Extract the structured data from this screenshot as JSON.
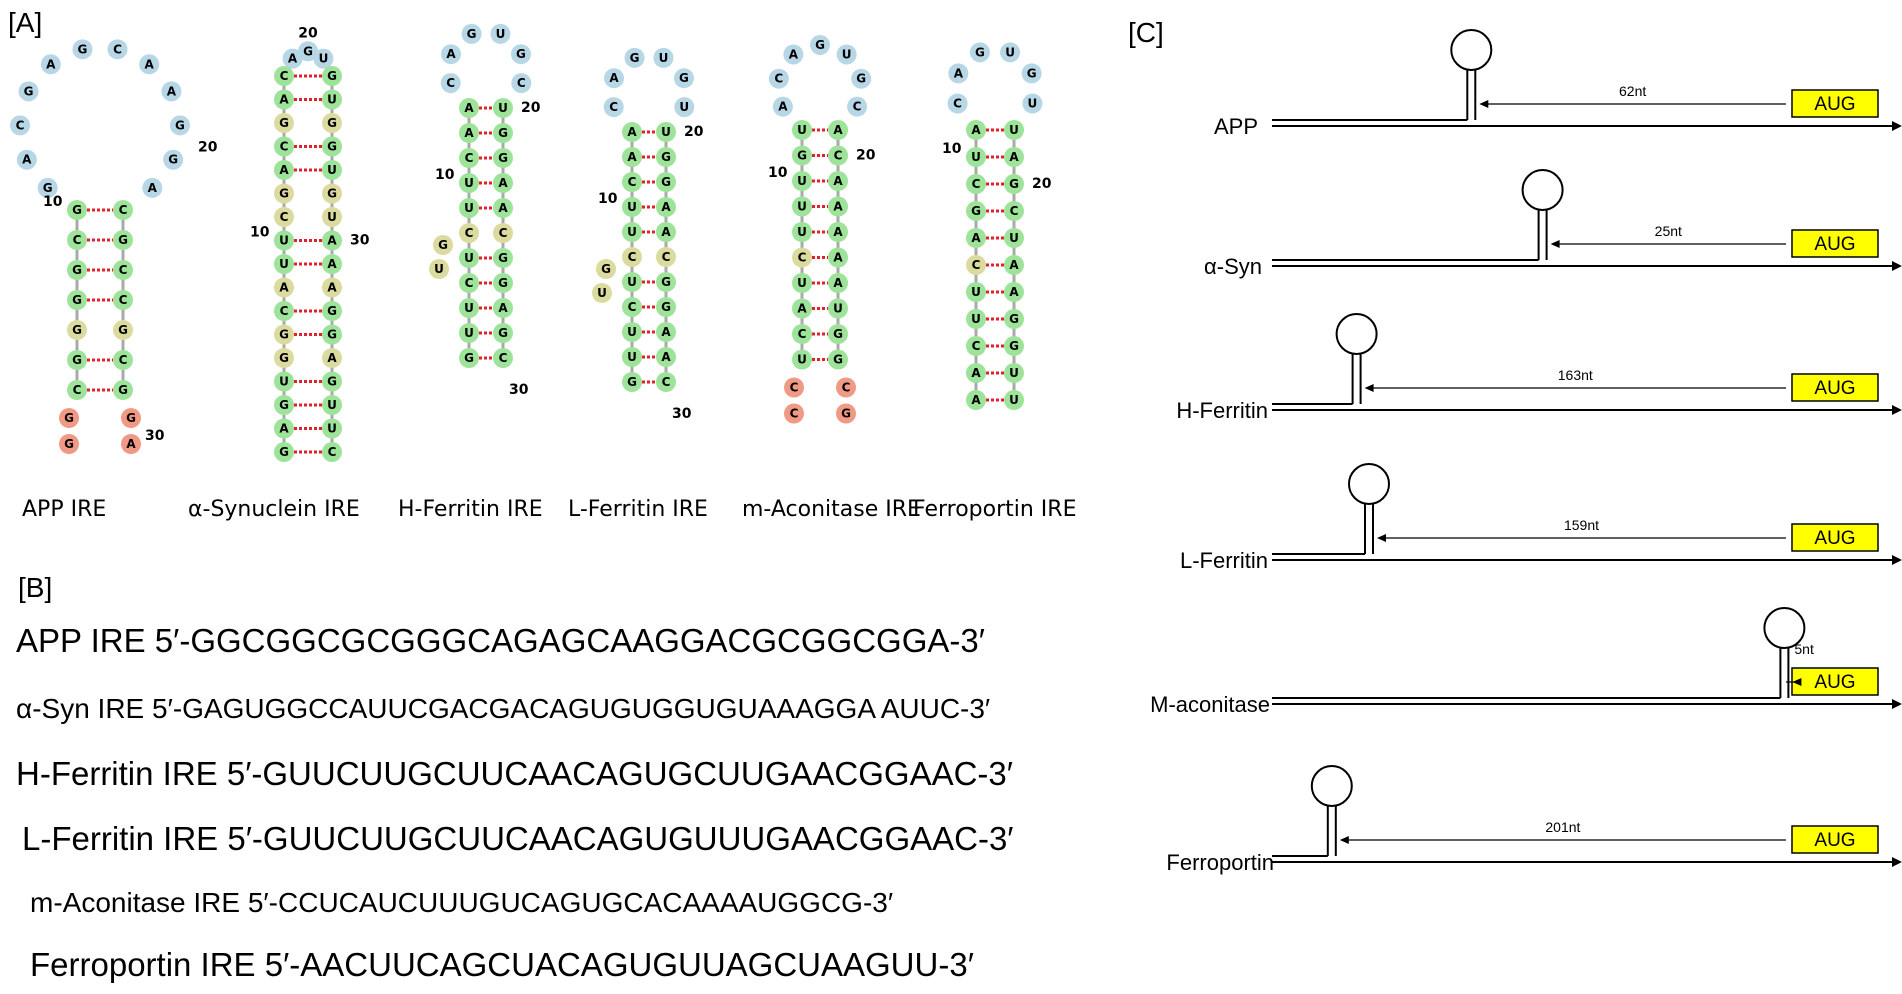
{
  "panels": {
    "a": "[A]",
    "b": "[B]",
    "c": "[C]"
  },
  "colors": {
    "loop": "#b7d7e6",
    "stem": "#9ee39a",
    "bulge": "#dcdb9f",
    "end": "#f09a85",
    "pair": "#e0202a",
    "aug": "#ffff00"
  },
  "structures": [
    {
      "caption": "APP IRE",
      "loop": [
        [
          "G",
          "loop"
        ],
        [
          "A",
          "loop"
        ],
        [
          "C",
          "loop"
        ],
        [
          "G",
          "loop"
        ],
        [
          "A",
          "loop"
        ],
        [
          "G",
          "loop"
        ],
        [
          "C",
          "loop"
        ],
        [
          "A",
          "loop"
        ],
        [
          "A",
          "loop"
        ],
        [
          "G",
          "loop"
        ],
        [
          "G",
          "loop"
        ],
        [
          "A",
          "loop"
        ]
      ],
      "pairs": [
        [
          [
            "G",
            "stem"
          ],
          [
            "C",
            "stem"
          ]
        ],
        [
          [
            "C",
            "stem"
          ],
          [
            "G",
            "stem"
          ]
        ],
        [
          [
            "G",
            "stem"
          ],
          [
            "C",
            "stem"
          ]
        ],
        [
          [
            "G",
            "stem"
          ],
          [
            "C",
            "stem"
          ]
        ],
        [
          [
            "G",
            "bulge"
          ],
          [
            "G",
            "bulge"
          ]
        ],
        [
          [
            "G",
            "stem"
          ],
          [
            "C",
            "stem"
          ]
        ],
        [
          [
            "C",
            "stem"
          ],
          [
            "G",
            "stem"
          ]
        ]
      ],
      "tail_left": [
        [
          "G",
          "end"
        ],
        [
          "G",
          "end"
        ]
      ],
      "tail_right": [
        [
          "G",
          "end"
        ],
        [
          "A",
          "end"
        ]
      ],
      "numbers": [
        [
          "10",
          "left",
          0
        ],
        [
          "20",
          "right-loop",
          8
        ],
        [
          "30",
          "tail-right",
          0
        ]
      ]
    },
    {
      "caption": "α-Synuclein IRE",
      "loop": [
        [
          "A",
          "loop"
        ],
        [
          "G",
          "loop"
        ],
        [
          "U",
          "loop"
        ]
      ],
      "loop_top": "20",
      "pairs": [
        [
          [
            "C",
            "stem"
          ],
          [
            "G",
            "stem"
          ]
        ],
        [
          [
            "A",
            "stem"
          ],
          [
            "U",
            "stem"
          ]
        ],
        [
          [
            "G",
            "bulge"
          ],
          [
            "G",
            "bulge"
          ]
        ],
        [
          [
            "C",
            "stem"
          ],
          [
            "G",
            "stem"
          ]
        ],
        [
          [
            "A",
            "stem"
          ],
          [
            "U",
            "stem"
          ]
        ],
        [
          [
            "G",
            "bulge"
          ],
          [
            "G",
            "bulge"
          ]
        ],
        [
          [
            "C",
            "bulge"
          ],
          [
            "U",
            "bulge"
          ]
        ],
        [
          [
            "U",
            "stem"
          ],
          [
            "A",
            "stem"
          ]
        ],
        [
          [
            "U",
            "stem"
          ],
          [
            "A",
            "stem"
          ]
        ],
        [
          [
            "A",
            "bulge"
          ],
          [
            "A",
            "bulge"
          ]
        ],
        [
          [
            "C",
            "stem"
          ],
          [
            "G",
            "stem"
          ]
        ],
        [
          [
            "G",
            "bulge"
          ],
          [
            "G",
            "stem"
          ]
        ],
        [
          [
            "G",
            "bulge"
          ],
          [
            "A",
            "bulge"
          ]
        ],
        [
          [
            "U",
            "stem"
          ],
          [
            "G",
            "stem"
          ]
        ],
        [
          [
            "G",
            "stem"
          ],
          [
            "U",
            "stem"
          ]
        ],
        [
          [
            "A",
            "stem"
          ],
          [
            "U",
            "stem"
          ]
        ],
        [
          [
            "G",
            "stem"
          ],
          [
            "C",
            "stem"
          ]
        ]
      ],
      "numbers": [
        [
          "10",
          "left",
          7
        ],
        [
          "30",
          "right",
          7
        ]
      ]
    },
    {
      "caption": "H-Ferritin IRE",
      "loop": [
        [
          "C",
          "loop"
        ],
        [
          "A",
          "loop"
        ],
        [
          "G",
          "loop"
        ],
        [
          "U",
          "loop"
        ],
        [
          "G",
          "loop"
        ],
        [
          "C",
          "loop"
        ]
      ],
      "pairs": [
        [
          [
            "A",
            "stem"
          ],
          [
            "U",
            "stem"
          ]
        ],
        [
          [
            "A",
            "stem"
          ],
          [
            "G",
            "stem"
          ]
        ],
        [
          [
            "C",
            "stem"
          ],
          [
            "G",
            "stem"
          ]
        ],
        [
          [
            "U",
            "stem"
          ],
          [
            "A",
            "stem"
          ]
        ],
        [
          [
            "U",
            "stem"
          ],
          [
            "A",
            "stem"
          ]
        ],
        [
          [
            "C",
            "bulge"
          ],
          [
            "C",
            "bulge"
          ]
        ],
        [
          [
            "U",
            "stem"
          ],
          [
            "G",
            "stem"
          ]
        ],
        [
          [
            "C",
            "stem"
          ],
          [
            "G",
            "stem"
          ]
        ],
        [
          [
            "U",
            "stem"
          ],
          [
            "A",
            "stem"
          ]
        ],
        [
          [
            "U",
            "stem"
          ],
          [
            "G",
            "stem"
          ]
        ],
        [
          [
            "G",
            "stem"
          ],
          [
            "C",
            "stem"
          ]
        ]
      ],
      "side": [
        [
          "G",
          "bulge"
        ],
        [
          "U",
          "bulge"
        ]
      ],
      "numbers": [
        [
          "10",
          "left",
          3
        ],
        [
          "20",
          "right",
          0
        ],
        [
          "30",
          "bottom-right",
          0
        ]
      ]
    },
    {
      "caption": "L-Ferritin IRE",
      "loop": [
        [
          "C",
          "loop"
        ],
        [
          "A",
          "loop"
        ],
        [
          "G",
          "loop"
        ],
        [
          "U",
          "loop"
        ],
        [
          "G",
          "loop"
        ],
        [
          "U",
          "loop"
        ]
      ],
      "pairs": [
        [
          [
            "A",
            "stem"
          ],
          [
            "U",
            "stem"
          ]
        ],
        [
          [
            "A",
            "stem"
          ],
          [
            "G",
            "stem"
          ]
        ],
        [
          [
            "C",
            "stem"
          ],
          [
            "G",
            "stem"
          ]
        ],
        [
          [
            "U",
            "stem"
          ],
          [
            "A",
            "stem"
          ]
        ],
        [
          [
            "U",
            "stem"
          ],
          [
            "A",
            "stem"
          ]
        ],
        [
          [
            "C",
            "bulge"
          ],
          [
            "C",
            "bulge"
          ]
        ],
        [
          [
            "U",
            "stem"
          ],
          [
            "G",
            "stem"
          ]
        ],
        [
          [
            "C",
            "stem"
          ],
          [
            "G",
            "stem"
          ]
        ],
        [
          [
            "U",
            "stem"
          ],
          [
            "A",
            "stem"
          ]
        ],
        [
          [
            "U",
            "stem"
          ],
          [
            "A",
            "stem"
          ]
        ],
        [
          [
            "G",
            "stem"
          ],
          [
            "C",
            "stem"
          ]
        ]
      ],
      "side": [
        [
          "G",
          "bulge"
        ],
        [
          "U",
          "bulge"
        ]
      ],
      "numbers": [
        [
          "10",
          "left",
          3
        ],
        [
          "20",
          "right",
          0
        ],
        [
          "30",
          "bottom-right",
          0
        ]
      ]
    },
    {
      "caption": "m-Aconitase IRE",
      "loop": [
        [
          "A",
          "loop"
        ],
        [
          "C",
          "loop"
        ],
        [
          "A",
          "loop"
        ],
        [
          "G",
          "loop"
        ],
        [
          "U",
          "loop"
        ],
        [
          "G",
          "loop"
        ],
        [
          "C",
          "loop"
        ]
      ],
      "pairs": [
        [
          [
            "U",
            "stem"
          ],
          [
            "A",
            "stem"
          ]
        ],
        [
          [
            "G",
            "stem"
          ],
          [
            "C",
            "stem"
          ]
        ],
        [
          [
            "U",
            "stem"
          ],
          [
            "A",
            "stem"
          ]
        ],
        [
          [
            "U",
            "stem"
          ],
          [
            "A",
            "stem"
          ]
        ],
        [
          [
            "U",
            "stem"
          ],
          [
            "A",
            "stem"
          ]
        ],
        [
          [
            "C",
            "bulge"
          ],
          [
            "A",
            "stem"
          ]
        ],
        [
          [
            "U",
            "stem"
          ],
          [
            "A",
            "stem"
          ]
        ],
        [
          [
            "A",
            "stem"
          ],
          [
            "U",
            "stem"
          ]
        ],
        [
          [
            "C",
            "stem"
          ],
          [
            "G",
            "stem"
          ]
        ],
        [
          [
            "U",
            "stem"
          ],
          [
            "G",
            "stem"
          ]
        ]
      ],
      "tail_left": [
        [
          "C",
          "end"
        ],
        [
          "C",
          "end"
        ]
      ],
      "tail_right": [
        [
          "C",
          "end"
        ],
        [
          "G",
          "end"
        ]
      ],
      "numbers": [
        [
          "10",
          "left",
          2
        ],
        [
          "20",
          "right",
          1
        ]
      ]
    },
    {
      "caption": "Ferroportin IRE",
      "loop": [
        [
          "C",
          "loop"
        ],
        [
          "A",
          "loop"
        ],
        [
          "G",
          "loop"
        ],
        [
          "U",
          "loop"
        ],
        [
          "G",
          "loop"
        ],
        [
          "U",
          "loop"
        ]
      ],
      "pairs": [
        [
          [
            "A",
            "stem"
          ],
          [
            "U",
            "stem"
          ]
        ],
        [
          [
            "U",
            "stem"
          ],
          [
            "A",
            "stem"
          ]
        ],
        [
          [
            "C",
            "stem"
          ],
          [
            "G",
            "stem"
          ]
        ],
        [
          [
            "G",
            "stem"
          ],
          [
            "C",
            "stem"
          ]
        ],
        [
          [
            "A",
            "stem"
          ],
          [
            "U",
            "stem"
          ]
        ],
        [
          [
            "C",
            "bulge"
          ],
          [
            "A",
            "stem"
          ]
        ],
        [
          [
            "U",
            "stem"
          ],
          [
            "A",
            "stem"
          ]
        ],
        [
          [
            "U",
            "stem"
          ],
          [
            "G",
            "stem"
          ]
        ],
        [
          [
            "C",
            "stem"
          ],
          [
            "G",
            "stem"
          ]
        ],
        [
          [
            "A",
            "stem"
          ],
          [
            "U",
            "stem"
          ]
        ],
        [
          [
            "A",
            "stem"
          ],
          [
            "U",
            "stem"
          ]
        ]
      ],
      "numbers": [
        [
          "10",
          "left",
          1
        ],
        [
          "20",
          "right",
          2
        ]
      ]
    }
  ],
  "sequences": [
    {
      "name": "APP IRE",
      "seq": "5′-GGCGGCGCGGGCAGAGCAAGGACGCGGCGGA-3′",
      "small": false
    },
    {
      "name": "α-Syn IRE",
      "seq": "5′-GAGUGGCCAUUCGACGACAGUGUGGUGUAAAGGA AUUC-3′",
      "small": true
    },
    {
      "name": "H-Ferritin IRE",
      "seq": "5′-GUUCUUGCUUCAACAGUGCUUGAACGGAAC-3′",
      "small": false
    },
    {
      "name": "L-Ferritin  IRE",
      "seq": "5′-GUUCUUGCUUCAACAGUGUUUGAACGGAAC-3′",
      "small": false
    },
    {
      "name": "m-Aconitase IRE",
      "seq": "5′-CCUCAUCUUUGUCAGUGCACAAAAUGGCG-3′",
      "small": true
    },
    {
      "name": "Ferroportin  IRE",
      "seq": "5′-AACUUCAGCUACAGUGUUAGCUAAGUU-3′",
      "small": false
    }
  ],
  "transcripts": [
    {
      "gene": "APP",
      "distance": "62nt",
      "aug": "AUG",
      "stem_frac": 0.315
    },
    {
      "gene": "α-Syn",
      "distance": "25nt",
      "aug": "AUG",
      "stem_frac": 0.43
    },
    {
      "gene": "H-Ferritin",
      "distance": "163nt",
      "aug": "AUG",
      "stem_frac": 0.13
    },
    {
      "gene": "L-Ferritin",
      "distance": "159nt",
      "aug": "AUG",
      "stem_frac": 0.15
    },
    {
      "gene": "M-aconitase",
      "distance": "5nt",
      "aug": "AUG",
      "stem_frac": 0.82
    },
    {
      "gene": "Ferroportin",
      "distance": "201nt",
      "aug": "AUG",
      "stem_frac": 0.09
    }
  ]
}
